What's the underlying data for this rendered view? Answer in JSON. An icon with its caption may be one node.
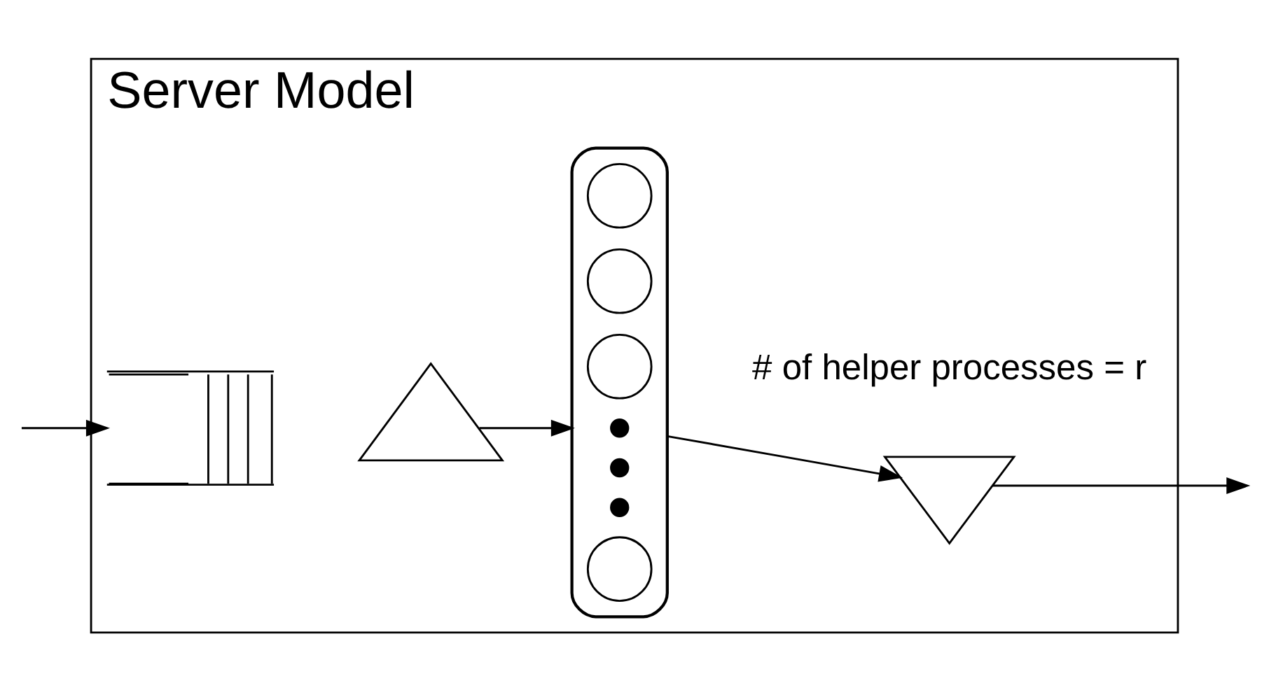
{
  "diagram": {
    "nodes": [
      {
        "text": [
          "Server Model"
        ]
      },
      {
        "text": [],
        "shape": "queue",
        "in": 0
      },
      {
        "text": [],
        "shape": "triangle",
        "in": 0
      },
      {
        "text": [],
        "shape": "bracket",
        "in": 0
      },
      {
        "text": [],
        "shape": "circle",
        "in": 3
      },
      {
        "text": [],
        "shape": "circle",
        "in": 3
      },
      {
        "text": [],
        "shape": "circle",
        "in": 3
      },
      {
        "text": [],
        "shape": "dot",
        "in": 3
      },
      {
        "text": [],
        "shape": "dot",
        "in": 3
      },
      {
        "text": [],
        "shape": "dot",
        "in": 3
      },
      {
        "text": [],
        "shape": "circle",
        "in": 3
      },
      {
        "text": [],
        "shape": "invtriangle",
        "in": 0
      }
    ],
    "edges": [
      {
        "from": null,
        "to": 1,
        "arrow": "to"
      },
      {
        "from": 2,
        "to": 3,
        "arrow": "to"
      },
      {
        "from": 3,
        "to": 11,
        "arrow": "to"
      },
      {
        "from": 11,
        "to": null,
        "arrow": "to"
      }
    ],
    "labels": [
      "# of helper processes = r"
    ]
  }
}
